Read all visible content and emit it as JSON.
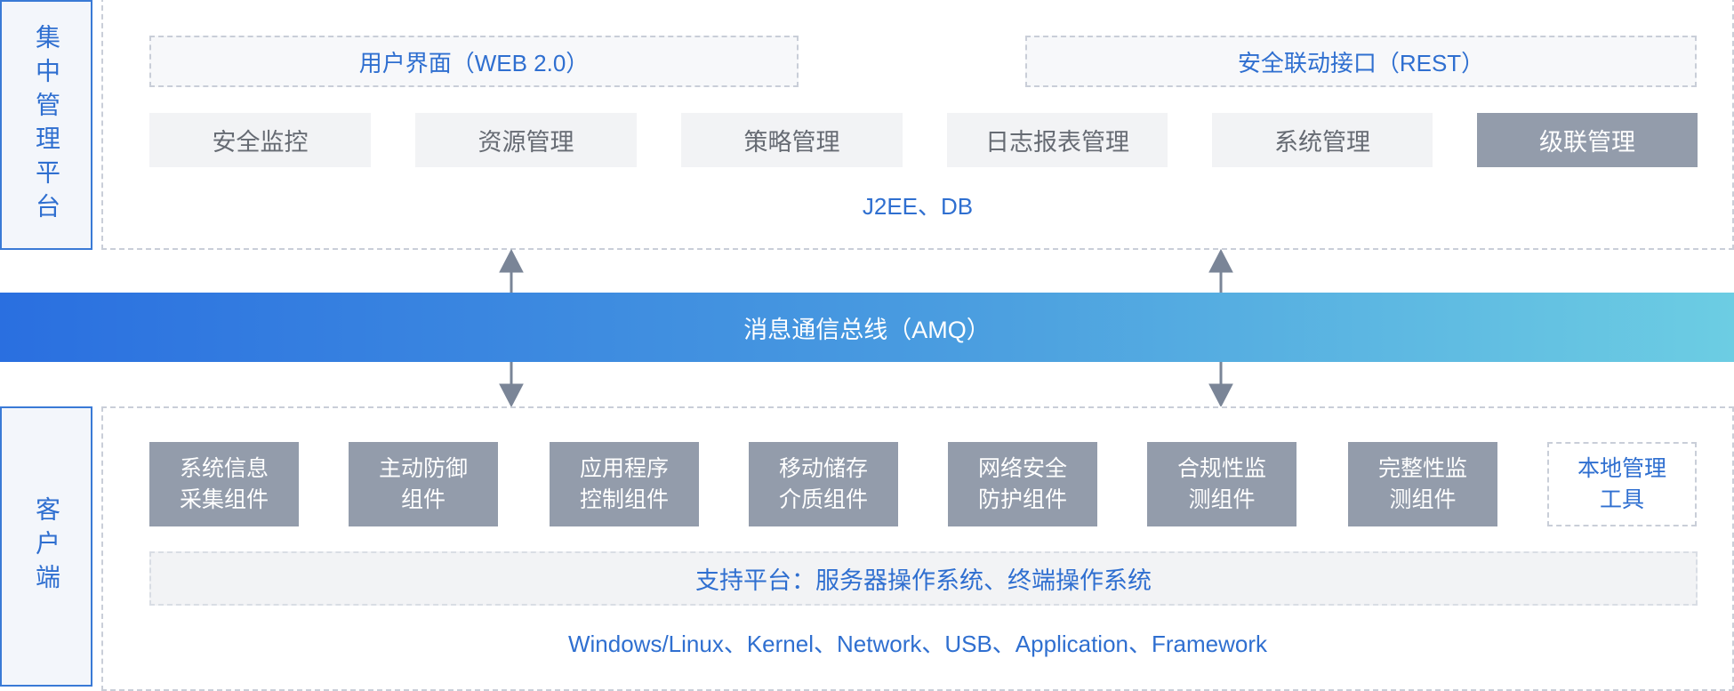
{
  "side_labels": {
    "top": "集中管理平台",
    "bottom": "客户端"
  },
  "top": {
    "ui_label": "用户界面（WEB 2.0）",
    "api_label": "安全联动接口（REST）",
    "modules": [
      "安全监控",
      "资源管理",
      "策略管理",
      "日志报表管理",
      "系统管理",
      "级联管理"
    ],
    "tech": "J2EE、DB"
  },
  "bus": {
    "label": "消息通信总线（AMQ）"
  },
  "client": {
    "modules": [
      "系统信息\n采集组件",
      "主动防御\n组件",
      "应用程序\n控制组件",
      "移动储存\n介质组件",
      "网络安全\n防护组件",
      "合规性监\n测组件",
      "完整性监\n测组件"
    ],
    "local_tool": "本地管理\n工具",
    "support": "支持平台：服务器操作系统、终端操作系统",
    "tech": "Windows/Linux、Kernel、Network、USB、Application、Framework"
  },
  "colors": {
    "accent": "#2f6fd0",
    "module_dark": "#939cab",
    "arrow": "#7a8597"
  }
}
